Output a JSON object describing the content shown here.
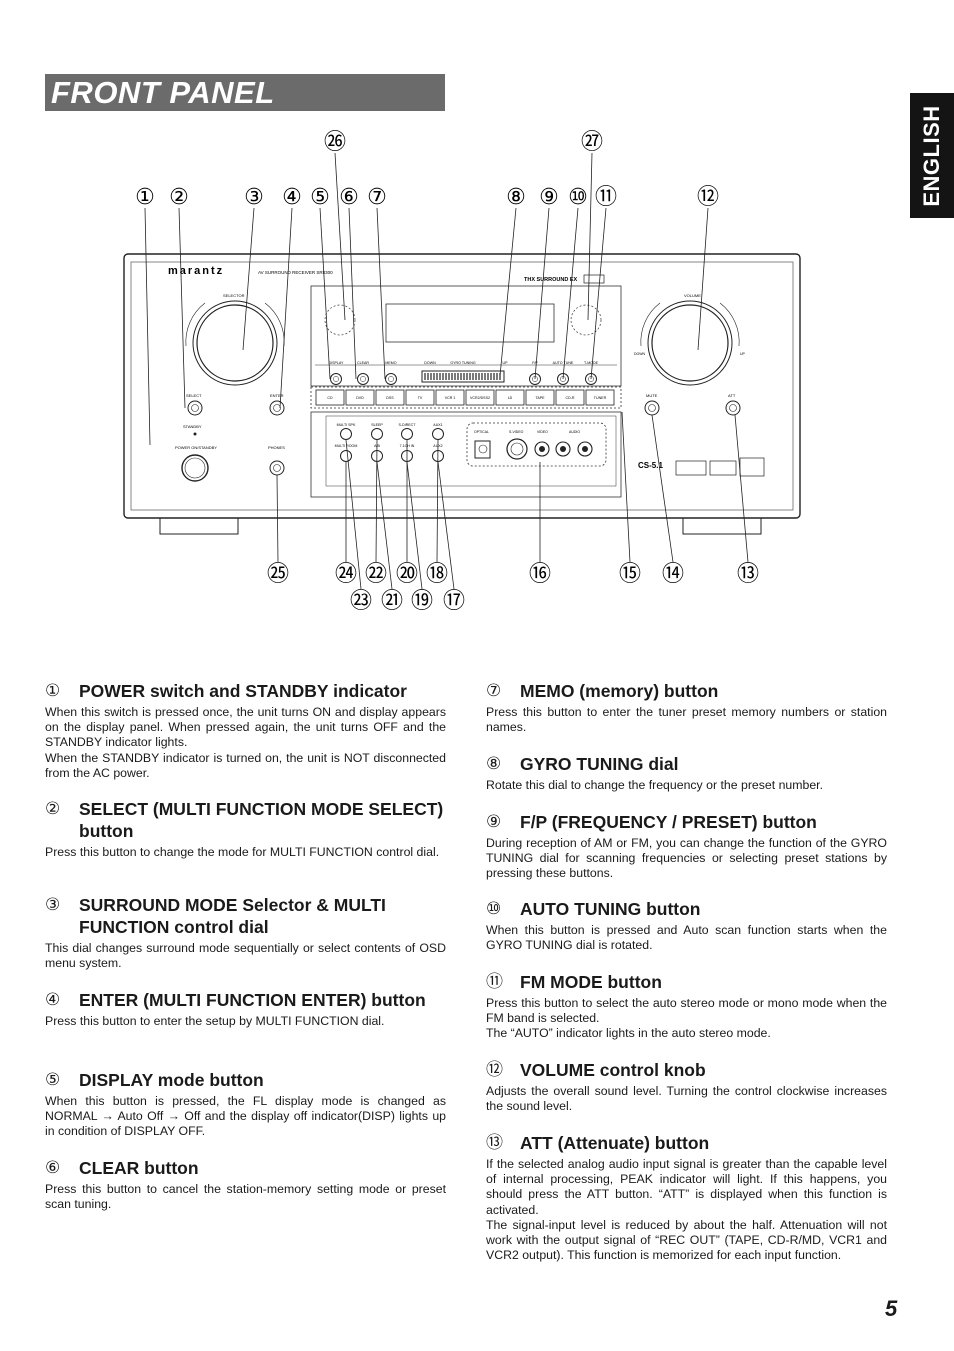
{
  "header": {
    "title": "FRONT PANEL",
    "language_tab": "ENGLISH"
  },
  "figure": {
    "brand": "marantz",
    "model": "AV SURROUND RECEIVER SR8300",
    "thx_logo": "THX SURROUND EX",
    "labels": {
      "selector": "SELECTOR",
      "select": "SELECT",
      "enter": "ENTER",
      "standby": "STANDBY",
      "power": "POWER ON/STANDBY",
      "phones": "PHONES",
      "volume": "VOLUME",
      "down": "DOWN",
      "up": "UP",
      "mute": "MUTE",
      "att": "ATT",
      "cs51": "CS-5.1",
      "optical": "OPTICAL",
      "svideo": "S-VIDEO",
      "video": "VIDEO",
      "audio": "AUDIO"
    },
    "display_buttons": [
      "DISPLAY",
      "CLEAR",
      "MEMO",
      "DOWN",
      "GYRO TUNING",
      "UP",
      "F/P",
      "AUTO TUNE",
      "T-MODE"
    ],
    "source_buttons": [
      "CD",
      "DVD",
      "DSS",
      "TV",
      "VCR 1",
      "VCR2/DSS2",
      "LD",
      "TAPE",
      "CD-R",
      "TUNER"
    ],
    "lower_buttons": [
      "MULTI SPK",
      "SLEEP",
      "S-DIRECT",
      "AUX1"
    ],
    "lower_labels": [
      "MULTI ROOM",
      "A/B",
      "7.1CH IN",
      "AUX2"
    ],
    "callouts_top": [
      "①",
      "②",
      "③",
      "④",
      "⑤",
      "⑥",
      "⑦",
      "⑧",
      "⑨",
      "⑩",
      "⑪",
      "⑫",
      "㉖",
      "㉗"
    ],
    "callouts_bottom": [
      "㉕",
      "㉔",
      "㉒",
      "⑳",
      "⑱",
      "⑯",
      "⑮",
      "⑭",
      "⑬",
      "㉓",
      "㉑",
      "⑲",
      "⑰"
    ]
  },
  "left_column": [
    {
      "num": "①",
      "heading": "POWER switch and STANDBY indicator",
      "paras": [
        "When this switch is pressed once, the unit turns ON and display appears on the display panel. When pressed again, the unit turns OFF and the STANDBY indicator lights.",
        "When the STANDBY indicator is turned on, the unit is NOT disconnected from the AC power."
      ]
    },
    {
      "num": "②",
      "heading": "SELECT (MULTI FUNCTION MODE SELECT) button",
      "paras": [
        "Press this button to change the mode for MULTI FUNCTION control dial."
      ]
    },
    {
      "num": "③",
      "heading": "SURROUND MODE Selector & MULTI FUNCTION control dial",
      "paras": [
        "This dial changes surround mode sequentially or select contents of OSD menu system."
      ]
    },
    {
      "num": "④",
      "heading": "ENTER (MULTI FUNCTION ENTER) button",
      "paras": [
        "Press this button to enter the setup by MULTI FUNCTION dial."
      ]
    },
    {
      "num": "⑤",
      "heading": "DISPLAY mode button",
      "paras": [
        "When this button is pressed, the FL display mode is changed as NORMAL → Auto Off → Off  and the display off indicator(DISP) lights up in condition of DISPLAY OFF."
      ]
    },
    {
      "num": "⑥",
      "heading": "CLEAR button",
      "paras": [
        "Press this button to cancel the station-memory setting mode or preset scan tuning."
      ]
    }
  ],
  "right_column": [
    {
      "num": "⑦",
      "heading": "MEMO (memory) button",
      "paras": [
        "Press this button to enter the tuner preset memory numbers or station names."
      ]
    },
    {
      "num": "⑧",
      "heading": "GYRO TUNING dial",
      "paras": [
        "Rotate this dial to change the frequency or the preset number."
      ]
    },
    {
      "num": "⑨",
      "heading": "F/P (FREQUENCY / PRESET) button",
      "paras": [
        "During reception of AM or FM, you can change the function of the GYRO TUNING dial for scanning frequencies or selecting preset stations by pressing these buttons."
      ]
    },
    {
      "num": "⑩",
      "heading": "AUTO TUNING button",
      "paras": [
        "When this button is pressed and Auto scan function starts when the GYRO TUNING dial is rotated."
      ]
    },
    {
      "num": "⑪",
      "heading": "FM MODE button",
      "paras": [
        "Press this button to select the auto stereo mode or mono mode when the FM band is selected.",
        "The “AUTO” indicator lights in the auto stereo mode."
      ]
    },
    {
      "num": "⑫",
      "heading": "VOLUME control knob",
      "paras": [
        "Adjusts the overall sound level. Turning the control clockwise increases the sound level."
      ]
    },
    {
      "num": "⑬",
      "heading": "ATT (Attenuate) button",
      "paras": [
        "If the selected analog audio input signal is greater than the capable level of internal processing, PEAK indicator will light. If this happens, you should press the ATT button. “ATT” is displayed when this function is activated.",
        "The signal-input level is reduced by about the half. Attenuation will not work with the output signal of “REC OUT” (TAPE, CD-R/MD, VCR1 and VCR2 output). This function is memorized for each input function."
      ]
    }
  ],
  "page_number": "5"
}
